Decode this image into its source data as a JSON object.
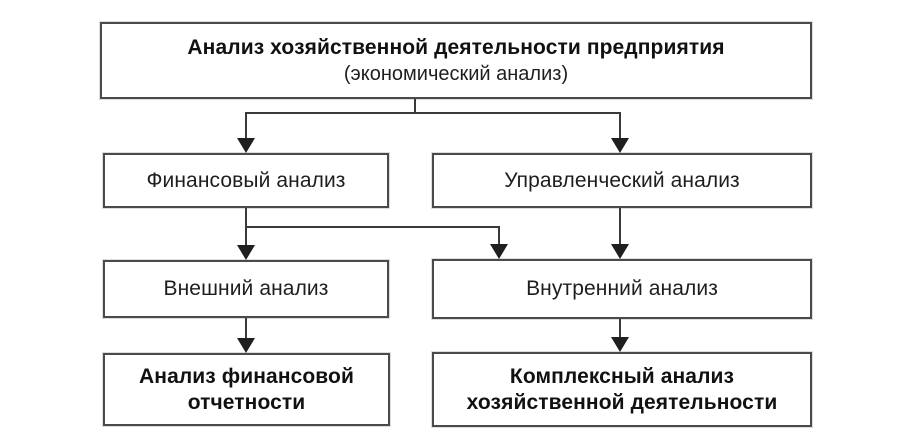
{
  "diagram": {
    "type": "flowchart",
    "background_color": "#ffffff",
    "box_fill_color": "#ffffff",
    "box_border_color": "#4a4a4a",
    "connector_color": "#3a3a3a",
    "arrowhead_color": "#1f1f1f",
    "text_color": "#1a1a1a",
    "nodes": {
      "root": {
        "line1": "Анализ хозяйственной деятельности предприятия",
        "line2": "(экономический анализ)"
      },
      "financial": {
        "label": "Финансовый анализ"
      },
      "managerial": {
        "label": "Управленческий анализ"
      },
      "external": {
        "label": "Внешний анализ"
      },
      "internal": {
        "label": "Внутренний анализ"
      },
      "reporting": {
        "line1": "Анализ финансовой",
        "line2": "отчетности"
      },
      "complex": {
        "line1": "Комплексный анализ",
        "line2": "хозяйственной деятельности"
      }
    },
    "edges": [
      {
        "from": "root",
        "to": "financial"
      },
      {
        "from": "root",
        "to": "managerial"
      },
      {
        "from": "financial",
        "to": "external"
      },
      {
        "from": "financial",
        "to": "internal"
      },
      {
        "from": "managerial",
        "to": "internal"
      },
      {
        "from": "external",
        "to": "reporting"
      },
      {
        "from": "internal",
        "to": "complex"
      }
    ]
  }
}
